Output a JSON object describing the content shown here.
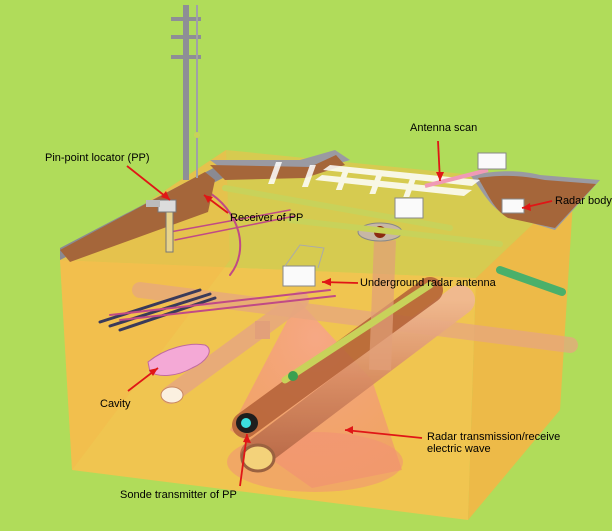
{
  "labels": {
    "pp_locator": "Pin-point locator (PP)",
    "antenna_scan": "Antenna scan",
    "receiver_pp": "Receiver of PP",
    "radar_body": "Radar body",
    "underground_antenna": "Underground radar antenna",
    "cavity": "Cavity",
    "radar_wave_1": "Radar transmission/receive",
    "radar_wave_2": "electric wave",
    "sonde": "Sonde transmitter of PP"
  },
  "colors": {
    "background": "#b0dc5a",
    "soil_front": "#f7c24f",
    "soil_side": "#f2b646",
    "road": "#a5663a",
    "curb": "#9a9aa2",
    "pipe": "#e3a078",
    "gas_pipe": "#c8d25a",
    "cable": "#c04a86",
    "arrow": "#e01616"
  },
  "icons": [
    "utility-pole-icon",
    "pp-locator-device",
    "radar-cart-icon",
    "manhole-icon"
  ]
}
